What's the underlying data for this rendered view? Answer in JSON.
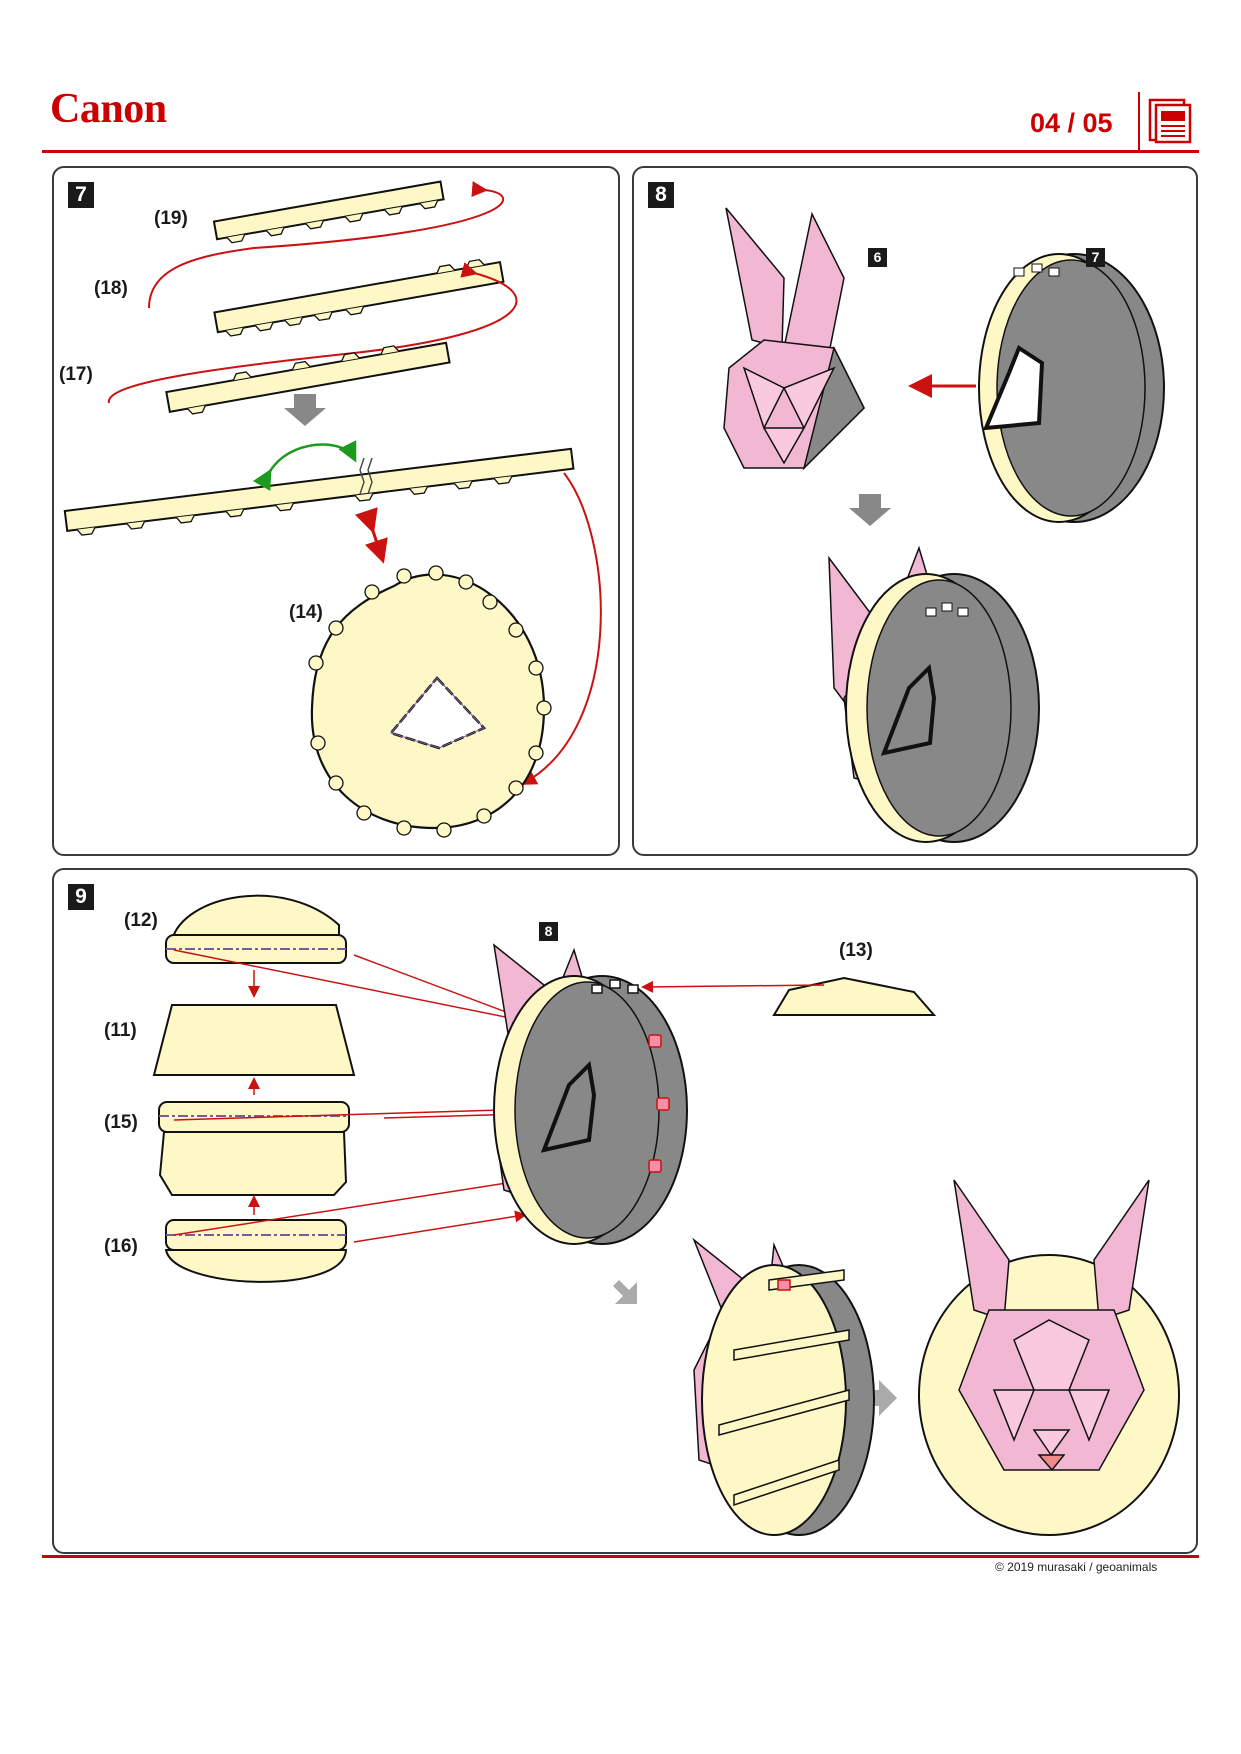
{
  "header": {
    "brand": "Canon",
    "page": "04 / 05",
    "page_icon": "document-pages-icon",
    "accent_color": "#cc0000"
  },
  "panels": {
    "step7": {
      "step": "7",
      "labels": {
        "p19": "(19)",
        "p18": "(18)",
        "p17": "(17)",
        "p14": "(14)"
      }
    },
    "step8": {
      "step": "8",
      "part_a": "6",
      "part_b": "7"
    },
    "step9": {
      "step": "9",
      "part": "8",
      "labels": {
        "p12": "(12)",
        "p11": "(11)",
        "p15": "(15)",
        "p16": "(16)",
        "p13": "(13)"
      }
    }
  },
  "palette": {
    "paper": "#fdf8c6",
    "pink": "#f2b7d3",
    "grey": "#8a8a8a",
    "arrow_red": "#cc1111",
    "arrow_green": "#1e9a1e"
  },
  "footer": {
    "copyright": "© 2019 murasaki / geoanimals"
  }
}
